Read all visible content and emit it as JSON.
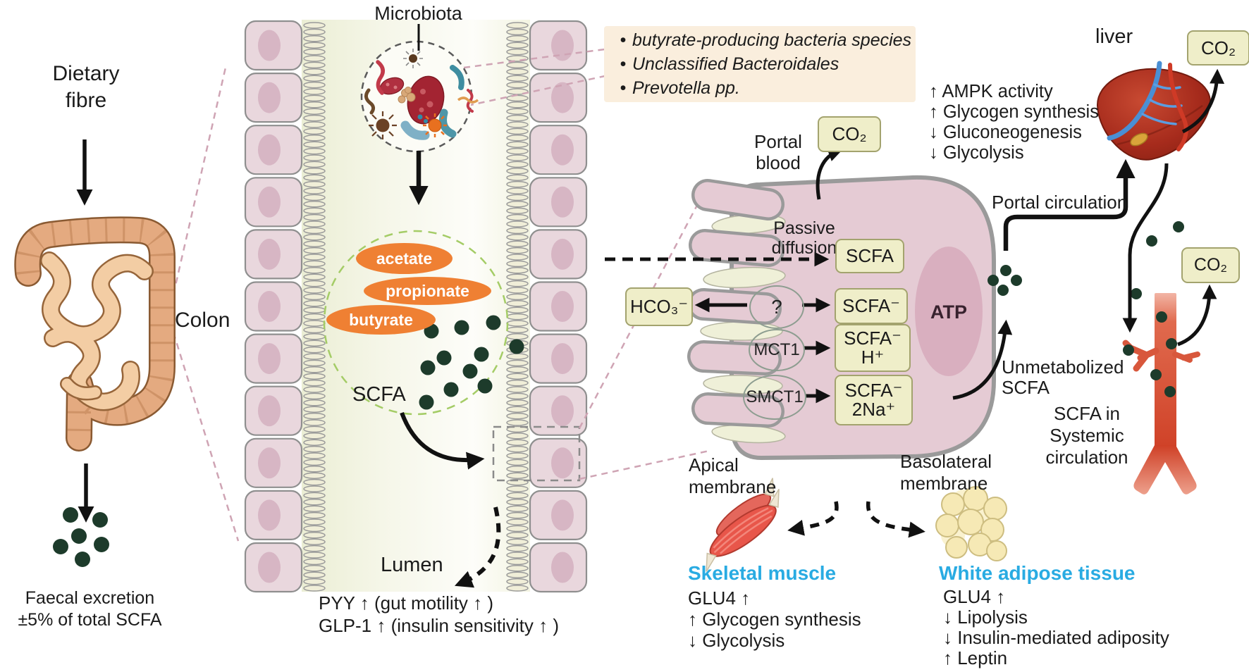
{
  "left": {
    "dietary_line1": "Dietary",
    "dietary_line2": "fibre",
    "colon": "Colon",
    "faecal_line1": "Faecal excretion",
    "faecal_line2": "±5% of total SCFA"
  },
  "lumen": {
    "microbiota": "Microbiota",
    "acetate": "acetate",
    "propionate": "propionate",
    "butyrate": "butyrate",
    "scfa": "SCFA",
    "lumen": "Lumen",
    "pyy": "PYY ↑ (gut motility ↑ )",
    "glp1": "GLP-1 ↑ (insulin sensitivity ↑ )"
  },
  "note": {
    "bullet": "•",
    "items": [
      "butyrate-producing bacteria species",
      "Unclassified Bacteroidales",
      "Prevotella pp."
    ]
  },
  "cell": {
    "portal_line1": "Portal",
    "portal_line2": "blood",
    "co2": "CO₂",
    "passive_line1": "Passive",
    "passive_line2": "diffusion",
    "scfa": "SCFA",
    "hco3": "HCO₃⁻",
    "unknown": "?",
    "scfa_anion": "SCFA⁻",
    "mct1": "MCT1",
    "scfa_h_line1": "SCFA⁻",
    "scfa_h_line2": "H⁺",
    "smct1": "SMCT1",
    "scfa_na_line1": "SCFA⁻",
    "scfa_na_line2": "2Na⁺",
    "atp": "ATP",
    "apical_line1": "Apical",
    "apical_line2": "membrane",
    "baso_line1": "Basolateral",
    "baso_line2": "membrane",
    "unmet_line1": "Unmetabolized",
    "unmet_line2": "SCFA"
  },
  "liver": {
    "label": "liver",
    "co2": "CO₂",
    "effects": [
      "↑ AMPK activity",
      "↑ Glycogen synthesis",
      "↓ Gluconeogenesis",
      "↓ Glycolysis"
    ],
    "portal": "Portal circulation"
  },
  "systemic": {
    "co2": "CO₂",
    "line1": "SCFA in",
    "line2": "Systemic",
    "line3": "circulation"
  },
  "muscle": {
    "title": "Skeletal muscle",
    "effects": [
      "GLU4 ↑",
      "↑ Glycogen synthesis",
      "↓ Glycolysis"
    ]
  },
  "adipose": {
    "title": "White adipose tissue",
    "effects": [
      "GLU4 ↑",
      "↓ Lipolysis",
      "↓ Insulin-mediated adiposity",
      "↑ Leptin"
    ]
  },
  "colors": {
    "tissue_label": "#29abe2",
    "metabolite_orange": "#ef8033",
    "scfa_dot": "#1d3b2b",
    "cell_pink": "#e7ccd5",
    "box_beige": "#efeec9",
    "vessel_red": "#d0482e",
    "note_bg": "#faeedd"
  }
}
